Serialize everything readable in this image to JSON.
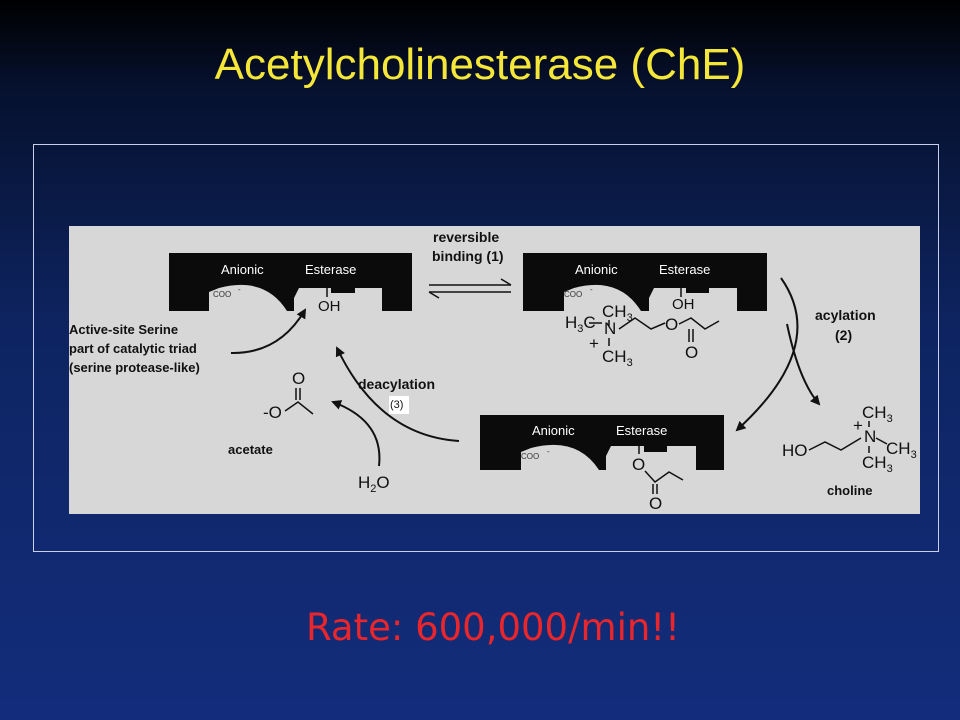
{
  "title": "Acetylcholinesterase (ChE)",
  "rate": "Rate: 600,000/min!!",
  "diagram": {
    "site_labels": {
      "anionic": "Anionic",
      "esterase": "Esterase",
      "coo": "COO",
      "coo_charge": "-"
    },
    "step1": {
      "line1": "reversible",
      "line2_pre": "binding (",
      "num": "1",
      "line2_post": ")"
    },
    "step2": {
      "line1": "acylation",
      "line2_pre": "(",
      "num": "2",
      "line2_post": ")"
    },
    "step3": {
      "line1": "deacylation",
      "badge": "(3)"
    },
    "serine_note": [
      "Active-site Serine",
      "part of catalytic triad",
      "(serine protease-like)"
    ],
    "acetate": {
      "label": "acetate",
      "o_top": "O",
      "o_minus": "-O"
    },
    "water": {
      "h": "H",
      "sub": "2",
      "o": "O"
    },
    "choline": {
      "label": "choline",
      "ho": "HO",
      "n": "N",
      "plus": "+",
      "ch3": "CH",
      "sub3": "3"
    },
    "substrate": {
      "h3c": "H",
      "sub3": "3",
      "c": "C",
      "n": "N",
      "plus": "+",
      "ch3": "CH",
      "o": "O"
    },
    "oh": "OH"
  }
}
